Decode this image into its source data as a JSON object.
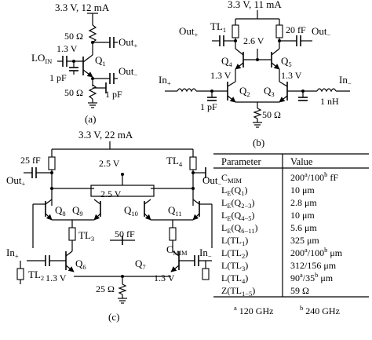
{
  "panel_a": {
    "supply": "3.3 V, 12 mA",
    "r_top": "50 Ω",
    "bias": "1.3 V",
    "lo_in": "LO",
    "lo_in_sub": "IN",
    "transistor": "Q",
    "transistor_sub": "1",
    "out_plus": "Out",
    "out_plus_sign": "+",
    "out_minus": "Out",
    "out_minus_sign": "−",
    "cap_left": "1 pF",
    "r_bottom": "50 Ω",
    "cap_right": "1 pF",
    "caption": "(a)"
  },
  "panel_b": {
    "supply": "3.3 V, 11 mA",
    "out_plus": "Out",
    "out_plus_sign": "+",
    "tl1": "TL",
    "tl1_sub": "1",
    "cap": "20 fF",
    "out_minus": "Out",
    "out_minus_sign": "−",
    "v_mid": "2.6 V",
    "q4": "Q",
    "q4_sub": "4",
    "q5": "Q",
    "q5_sub": "5",
    "bias_left": "1.3 V",
    "bias_right": "1.3 V",
    "in_plus": "In",
    "in_plus_sign": "+",
    "in_minus": "In",
    "in_minus_sign": "−",
    "q2": "Q",
    "q2_sub": "2",
    "q3": "Q",
    "q3_sub": "3",
    "cap_left": "1 pF",
    "ind_right": "1 nH",
    "r_tail": "50 Ω",
    "caption": "(b)"
  },
  "panel_c": {
    "supply": "3.3 V, 22 mA",
    "cap_top": "25 fF",
    "v_top": "2.5 V",
    "tl4": "TL",
    "tl4_sub": "4",
    "out_plus": "Out",
    "out_plus_sign": "+",
    "out_minus": "Out",
    "out_minus_sign": "−",
    "v_mid": "2.5 V",
    "q8": "Q",
    "q8_sub": "8",
    "q9": "Q",
    "q9_sub": "9",
    "q10": "Q",
    "q10_sub": "10",
    "q11": "Q",
    "q11_sub": "11",
    "tl3": "TL",
    "tl3_sub": "3",
    "cap_mid": "50 fF",
    "in_plus": "In",
    "in_plus_sign": "+",
    "q6": "Q",
    "q6_sub": "6",
    "q7": "Q",
    "q7_sub": "7",
    "cmim": "C",
    "cmim_sub": "MIM",
    "in_minus": "In",
    "in_minus_sign": "−",
    "tl2": "TL",
    "tl2_sub": "2",
    "bias_left": "1.3 V",
    "bias_right": "1.3 V",
    "r_tail": "25 Ω",
    "caption": "(c)"
  },
  "table": {
    "header": [
      "Parameter",
      "Value"
    ],
    "rows": [
      {
        "param": "C",
        "param_sub": "MIM",
        "param_tail": "",
        "value": "200",
        "value_sup": "a",
        "value_mid": "/100",
        "value_sup2": "b",
        "value_tail": " fF"
      },
      {
        "param": "L",
        "param_sub": "E",
        "param_tail": "(Q",
        "param_sub2": "1",
        "param_end": ")",
        "value": "10 μm"
      },
      {
        "param": "L",
        "param_sub": "E",
        "param_tail": "(Q",
        "param_sub2": "2−3",
        "param_end": ")",
        "value": "2.8 μm"
      },
      {
        "param": "L",
        "param_sub": "E",
        "param_tail": "(Q",
        "param_sub2": "4−5",
        "param_end": ")",
        "value": "10 μm"
      },
      {
        "param": "L",
        "param_sub": "E",
        "param_tail": "(Q",
        "param_sub2": "6−11",
        "param_end": ")",
        "value": "5.6 μm"
      },
      {
        "param": "L(TL",
        "param_sub": "1",
        "param_tail": ")",
        "value": "325 μm"
      },
      {
        "param": "L(TL",
        "param_sub": "2",
        "param_tail": ")",
        "value": "200",
        "value_sup": "a",
        "value_mid": "/100",
        "value_sup2": "b",
        "value_tail": " μm"
      },
      {
        "param": "L(TL",
        "param_sub": "3",
        "param_tail": ")",
        "value": "312/156 μm"
      },
      {
        "param": "L(TL",
        "param_sub": "4",
        "param_tail": ")",
        "value": "90",
        "value_sup": "a",
        "value_mid": "/35",
        "value_sup2": "b",
        "value_tail": " μm"
      },
      {
        "param": "Z(TL",
        "param_sub": "1−5",
        "param_tail": ")",
        "value": "59 Ω"
      }
    ],
    "footnote_a_mark": "a",
    "footnote_a": " 120 GHz",
    "footnote_b_mark": "b",
    "footnote_b": " 240 GHz"
  }
}
